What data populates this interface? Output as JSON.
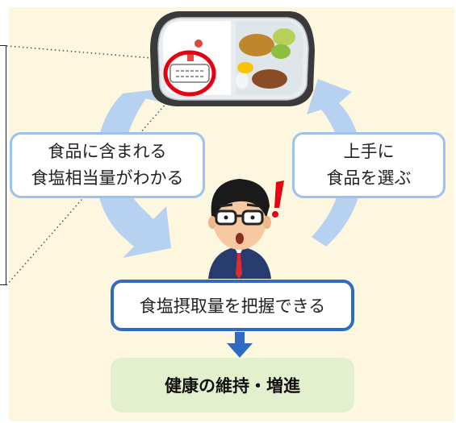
{
  "left_bubble": {
    "line1": "食品に含まれる",
    "line2": "食塩相当量がわかる"
  },
  "right_bubble": {
    "line1": "上手に",
    "line2": "食品を選ぶ"
  },
  "main_box": {
    "label": "食塩摂取量を把握できる"
  },
  "result_box": {
    "label": "健康の維持・増進"
  },
  "colors": {
    "background": "#fdf7df",
    "cycle_arrow": "#b7d2f0",
    "bubble_border": "#9cc3f0",
    "main_border": "#2f6bc2",
    "result_fill": "#e3f0cd",
    "down_arrow": "#2f6bc2",
    "highlight_circle": "#e60012"
  },
  "icons": [
    "bento-box-icon",
    "nutrition-label-icon",
    "man-surprised-icon",
    "exclamation-icon"
  ]
}
